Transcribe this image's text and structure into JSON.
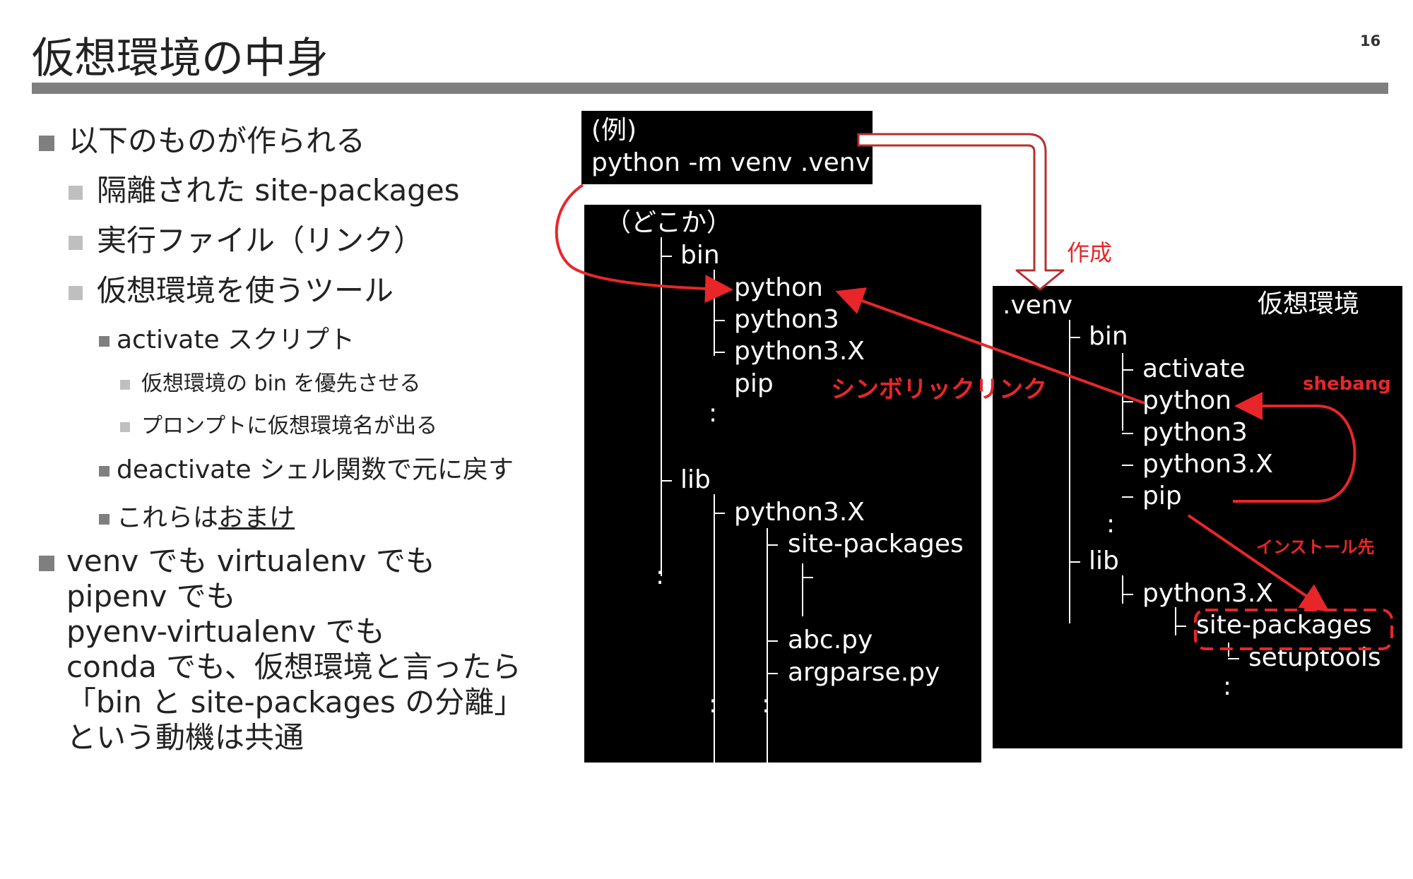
{
  "slide": {
    "title": "仮想環境の中身",
    "page_number": "16"
  },
  "bullets": {
    "b1": "以下のものが作られる",
    "b1_1": "隔離された site-packages",
    "b1_2": "実行ファイル（リンク）",
    "b1_3": "仮想環境を使うツール",
    "b1_3_1": "activate スクリプト",
    "b1_3_1_1": "仮想環境の bin を優先させる",
    "b1_3_1_2": "プロンプトに仮想環境名が出る",
    "b1_3_2": "deactivate シェル関数で元に戻す",
    "b1_3_3_prefix": "これらは",
    "b1_3_3_underlined": "おまけ",
    "b2_lines": [
      "venv でも virtualenv でも",
      "pipenv でも",
      "pyenv-virtualenv でも",
      "conda でも、仮想環境と言ったら",
      "「bin と site-packages の分離」",
      "という動機は共通"
    ]
  },
  "command_box": {
    "line1": "(例)",
    "line2": "python -m venv .venv"
  },
  "somewhere_tree": {
    "header": "（どこか）",
    "bin": "bin",
    "python": "python",
    "python3": "python3",
    "python3x": "python3.X",
    "pip": "pip",
    "ellipsis": ":",
    "lib": "lib",
    "lib_python3x": "python3.X",
    "site_packages": "site-packages",
    "abc_py": "abc.py",
    "argparse_py": "argparse.py"
  },
  "venv_tree": {
    "header": ".venv",
    "label": "仮想環境",
    "bin": "bin",
    "activate": "activate",
    "python": "python",
    "python3": "python3",
    "python3x": "python3.X",
    "pip": "pip",
    "ellipsis": ":",
    "lib": "lib",
    "lib_python3x": "python3.X",
    "site_packages": "site-packages",
    "setuptools": "setuptools"
  },
  "annotations": {
    "create": "作成",
    "symlink": "シンボリックリンク",
    "shebang": "shebang",
    "install_target": "インストール先"
  },
  "colors": {
    "accent_red": "#e8262a",
    "arrow_dark_red": "#b5312f",
    "rule_gray": "#7f7f7f"
  }
}
